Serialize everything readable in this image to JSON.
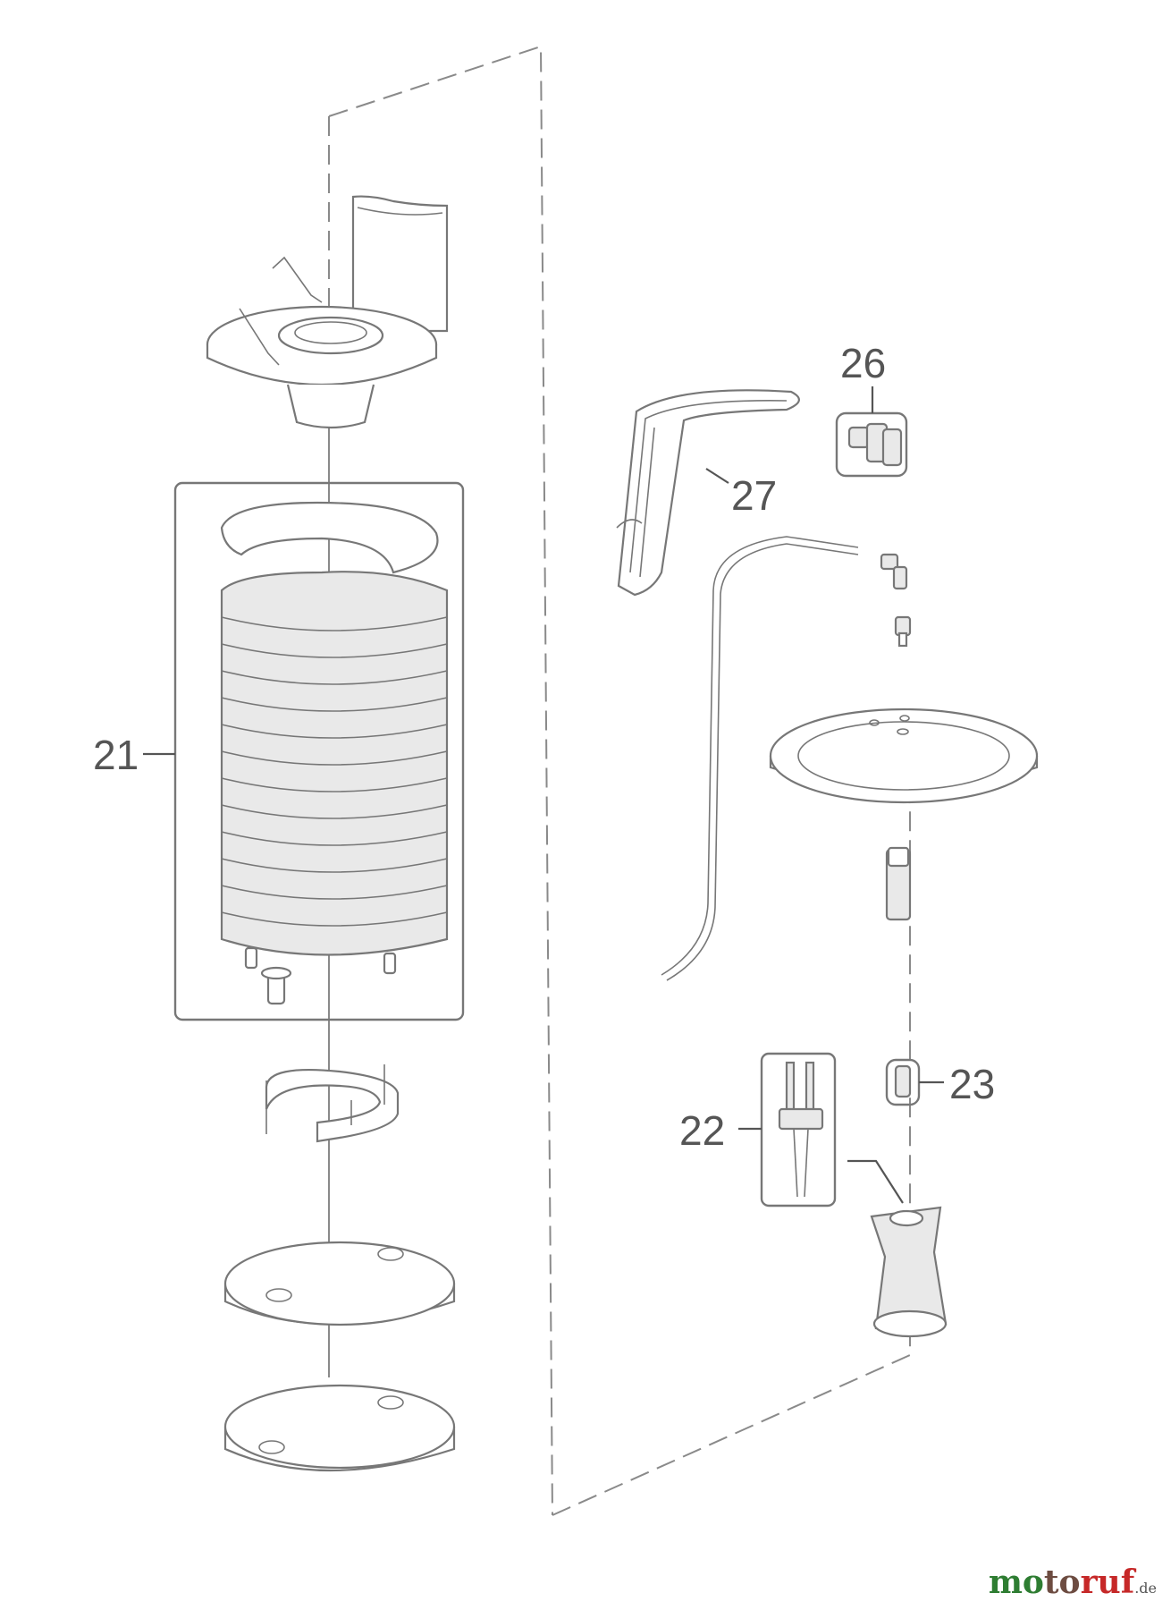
{
  "callouts": [
    {
      "id": "21",
      "text": "21"
    },
    {
      "id": "22",
      "text": "22"
    },
    {
      "id": "23",
      "text": "23"
    },
    {
      "id": "26",
      "text": "26"
    },
    {
      "id": "27",
      "text": "27"
    }
  ],
  "watermark": {
    "brand_mo": "mo",
    "brand_to": "to",
    "brand_ruf": "ruf",
    "suffix": ".de",
    "colors": {
      "mo": "#2e7d32",
      "to": "#6d4c41",
      "ruf": "#c62828"
    }
  },
  "style": {
    "line_color": "#777777",
    "label_color": "#555555",
    "background": "#ffffff"
  }
}
